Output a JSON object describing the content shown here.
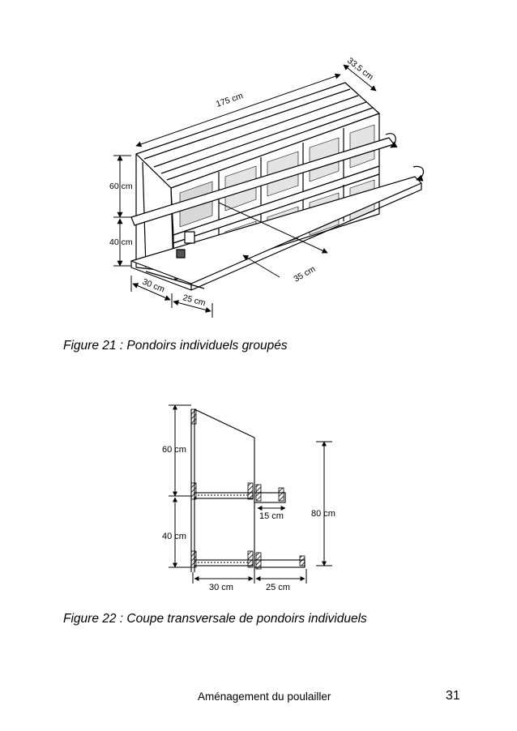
{
  "figure21": {
    "caption": "Figure 21 : Pondoirs individuels groupés",
    "dims": {
      "length": "175 cm",
      "depth_top": "33,5 cm",
      "height_upper": "60 cm",
      "height_lower": "40 cm",
      "depth_nest": "35 cm",
      "base_nest": "30 cm",
      "base_perch": "25 cm"
    }
  },
  "figure22": {
    "caption": "Figure 22 : Coupe transversale de pondoirs individuels",
    "dims": {
      "height_upper": "60 cm",
      "height_lower": "40 cm",
      "perch": "15 cm",
      "total_height": "80 cm",
      "base_nest": "30 cm",
      "base_perch": "25 cm"
    }
  },
  "footer": {
    "title": "Aménagement du poulailler",
    "page_number": "31"
  }
}
